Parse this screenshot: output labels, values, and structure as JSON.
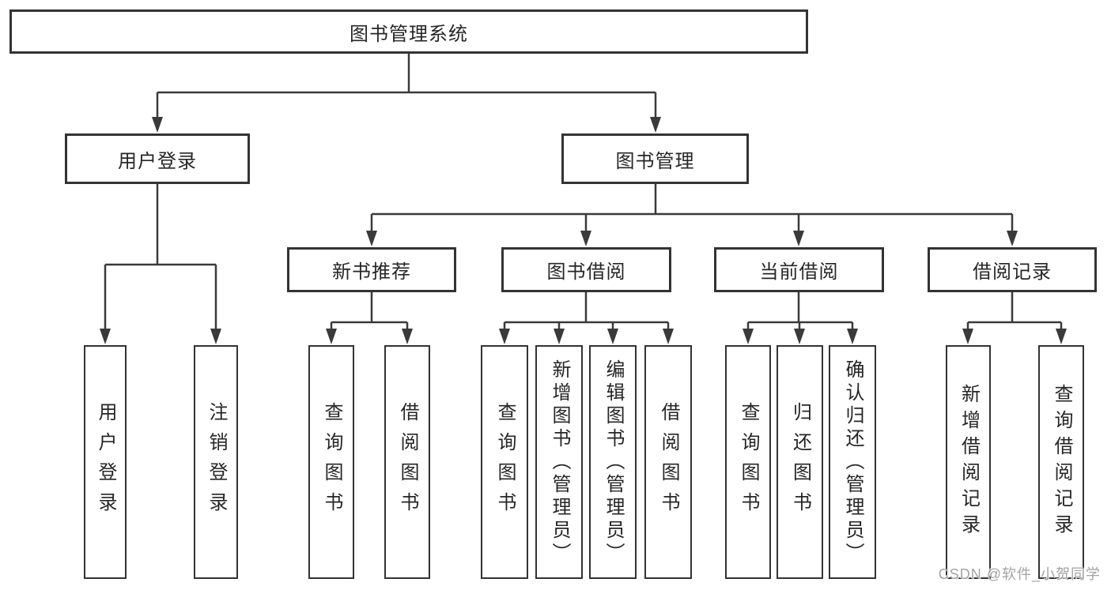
{
  "diagram": {
    "colors": {
      "line": "#3a3a3a",
      "box_border": "#333333",
      "text": "#262626",
      "watermark": "#a3a3a3",
      "background": "#ffffff"
    },
    "watermark": "CSDN @软件_小贺同学"
  },
  "tree": {
    "root": {
      "label": "图书管理系统"
    },
    "branches": [
      {
        "label": "用户登录",
        "children": [
          {
            "label": "用户登录"
          },
          {
            "label": "注销登录"
          }
        ]
      },
      {
        "label": "图书管理",
        "children": [
          {
            "label": "新书推荐",
            "children": [
              {
                "label": "查询图书"
              },
              {
                "label": "借阅图书"
              }
            ]
          },
          {
            "label": "图书借阅",
            "children": [
              {
                "label": "查询图书"
              },
              {
                "label": "新增图书（管理员）"
              },
              {
                "label": "编辑图书（管理员）"
              },
              {
                "label": "借阅图书"
              }
            ]
          },
          {
            "label": "当前借阅",
            "children": [
              {
                "label": "查询图书"
              },
              {
                "label": "归还图书"
              },
              {
                "label": "确认归还（管理员）"
              }
            ]
          },
          {
            "label": "借阅记录",
            "children": [
              {
                "label": "新增借阅记录"
              },
              {
                "label": "查询借阅记录"
              }
            ]
          }
        ]
      }
    ]
  }
}
